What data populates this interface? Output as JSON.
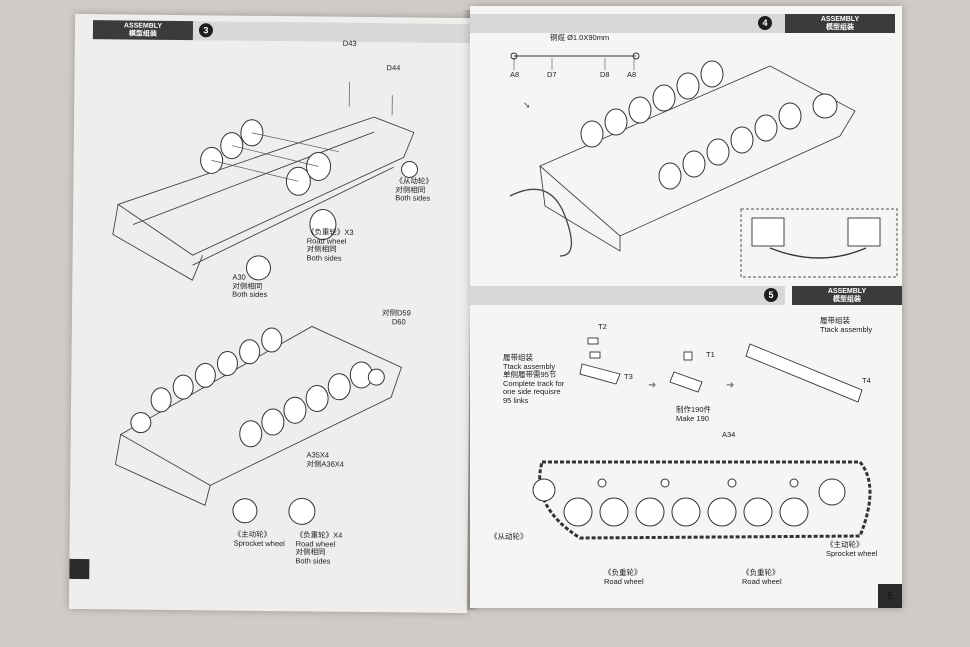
{
  "left_page": {
    "header": {
      "tag_en": "ASSEMBLY",
      "tag_cn": "模型组装",
      "step": "3"
    },
    "labels": {
      "d43": "D43",
      "d44": "D44",
      "idler_group": "《从动轮》\n对侧相同\nBoth sides",
      "roadwheel_x3": "《负重轮》X3\nRoad wheel\n对侧相同\nBoth sides",
      "a30": "A30\n对侧相同\nBoth sides",
      "d59": "对侧D59",
      "d60": "D60",
      "a35": "A35X4\n对侧A36X4",
      "sprocket": "《主动轮》\nSprocket wheel",
      "roadwheel_x4": "《负重轮》X4\nRoad wheel\n对侧相同\nBoth sides"
    }
  },
  "right_page": {
    "header4": {
      "tag_en": "ASSEMBLY",
      "tag_cn": "模型组装",
      "step": "4"
    },
    "header5": {
      "tag_en": "ASSEMBLY",
      "tag_cn": "模型组装",
      "step": "5"
    },
    "cable_label": "铜缆 Ø1.0X90mm",
    "cable_parts": [
      "A8",
      "D7",
      "D8",
      "A8"
    ],
    "track_left": "履带组装\nTtack assembly\n单侧履带需95节\nComplete track for\none side requisre\n95 links",
    "t1": "T1",
    "t2": "T2",
    "t3": "T3",
    "t4": "T4",
    "make_190": "制作190件\nMake 190",
    "track_right": "履带组装\nTtack assembly",
    "a34": "A34",
    "idler": "《从动轮》",
    "roadwheel_1": "《负重轮》\nRoad wheel",
    "roadwheel_2": "《负重轮》\nRoad wheel",
    "sprocket": "《主动轮》\nSprocket wheel",
    "page_no": "5"
  }
}
